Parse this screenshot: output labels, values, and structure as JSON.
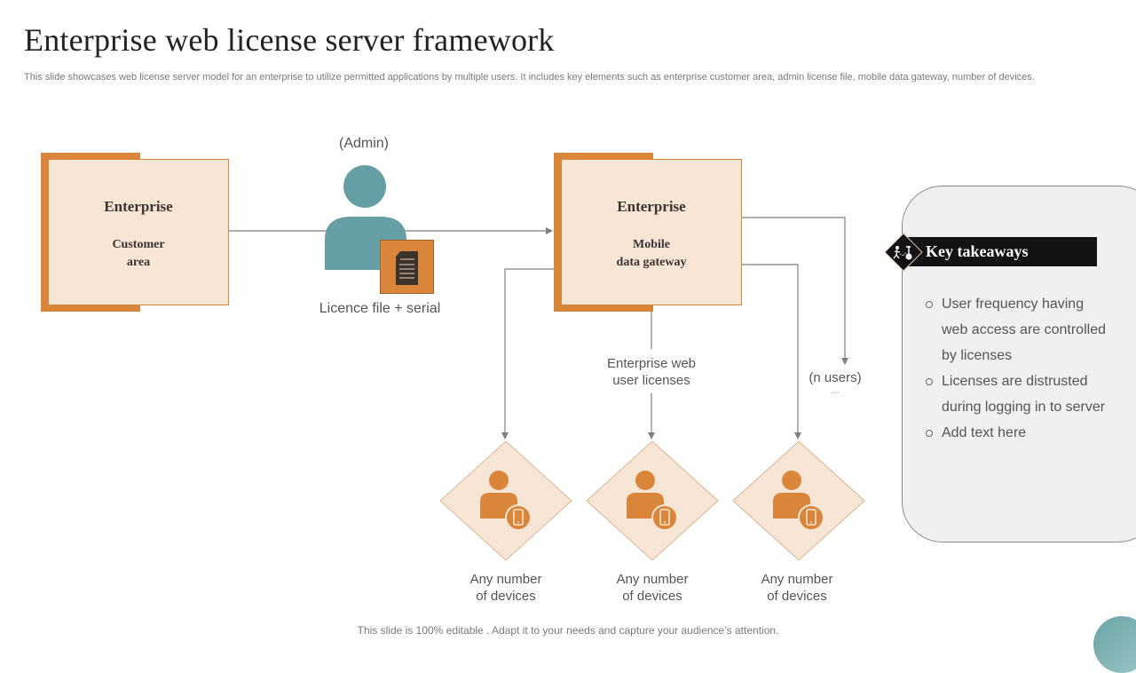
{
  "header": {
    "title": "Enterprise web license server framework",
    "subtitle": "This slide showcases web license server model for an enterprise to utilize  permitted applications by multiple users. It includes key elements such as enterprise customer area, admin license file, mobile data gateway, number of devices."
  },
  "colors": {
    "accent_orange": "#d9863a",
    "box_fill": "#f7e5d6",
    "teal": "#669fa3",
    "connector_gray": "#7f7f7f",
    "takeaway_bg": "#f0f0f0",
    "takeaway_header": "#141212"
  },
  "diagram": {
    "customer_box": {
      "heading": "Enterprise",
      "line1": "Customer",
      "line2": "area"
    },
    "admin": {
      "label": "(Admin)",
      "icon": "admin-user-icon",
      "file_icon": "document-icon",
      "caption": "Licence file + serial"
    },
    "gateway_box": {
      "heading": "Enterprise",
      "line1": "Mobile",
      "line2": "data gateway"
    },
    "licenses_label_line1": "Enterprise web",
    "licenses_label_line2": "user licenses",
    "n_users_label": "(n users)",
    "n_users_ellipsis": "...",
    "devices": [
      {
        "line1": "Any number",
        "line2": "of devices",
        "icon": "user-mobile-icon"
      },
      {
        "line1": "Any number",
        "line2": "of devices",
        "icon": "user-mobile-icon"
      },
      {
        "line1": "Any number",
        "line2": "of devices",
        "icon": "user-mobile-icon"
      }
    ]
  },
  "takeaways": {
    "title": "Key takeaways",
    "icon": "key-takeaway-icon",
    "items": [
      {
        "line1": "User frequency  having",
        "line2": "web access are controlled",
        "line3": "by licenses"
      },
      {
        "line1": "Licenses are distrusted",
        "line2": "during logging in to server"
      },
      {
        "line1": "Add text here"
      }
    ]
  },
  "footer": {
    "text": "This slide is 100% editable . Adapt it to your needs and capture your audience’s attention."
  }
}
